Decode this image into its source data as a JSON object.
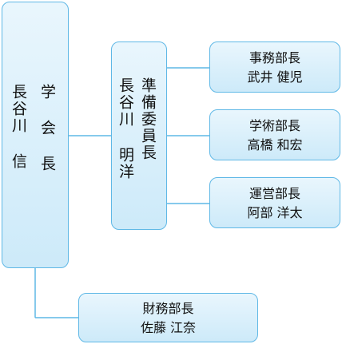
{
  "president": {
    "role": "学 会 長",
    "name": "長谷川 信"
  },
  "committee_chair": {
    "role": "準備委員長",
    "name": "長谷川 明洋"
  },
  "departments": [
    {
      "role": "事務部長",
      "name": "武井 健児"
    },
    {
      "role": "学術部長",
      "name": "高橋 和宏"
    },
    {
      "role": "運営部長",
      "name": "阿部 洋太"
    }
  ],
  "treasurer": {
    "role": "財務部長",
    "name": "佐藤 江奈"
  },
  "colors": {
    "border": "#5fb8e6",
    "fill_top": "#e9f6fd",
    "fill_bottom": "#cdeaf9"
  }
}
